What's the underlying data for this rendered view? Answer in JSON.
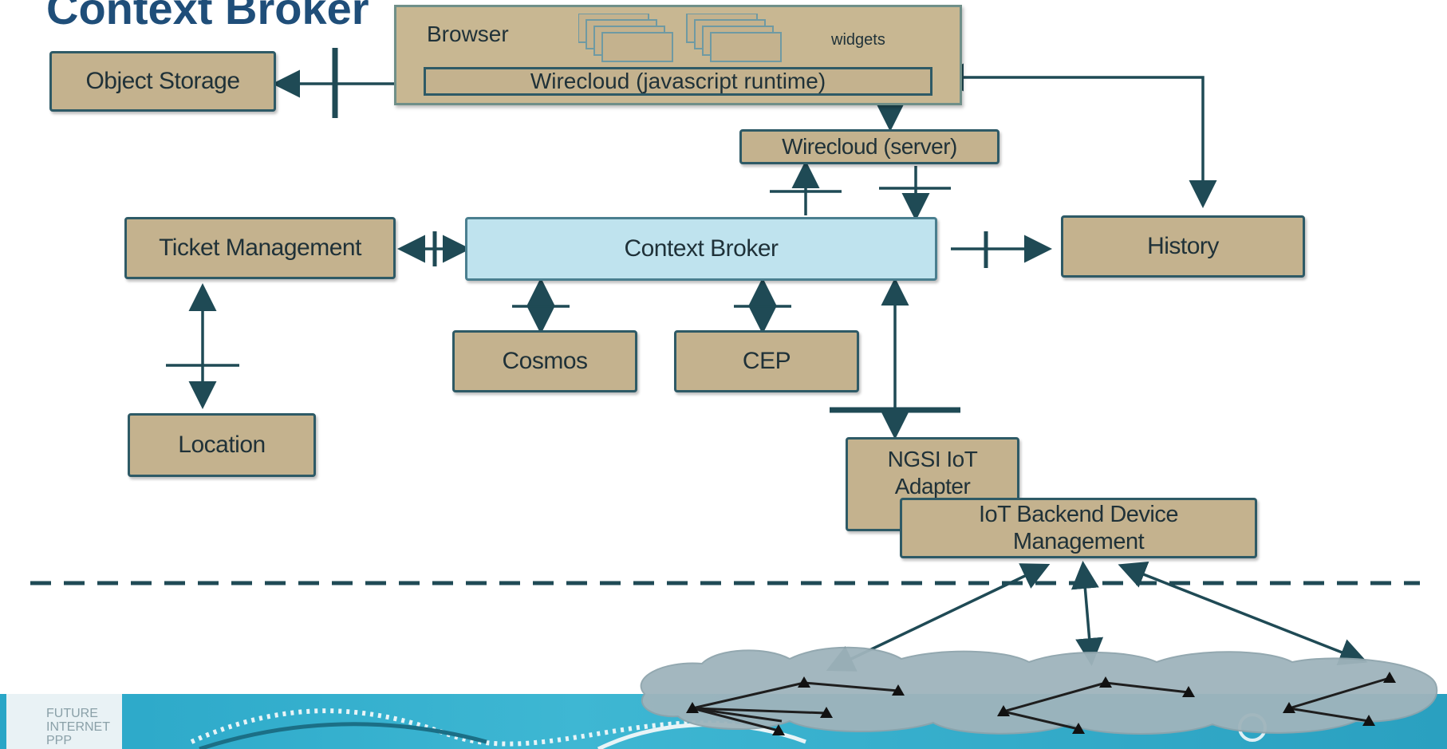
{
  "title": "Context Broker",
  "browser": {
    "label": "Browser",
    "widgets_label": "widgets",
    "runtime_label": "Wirecloud (javascript runtime)"
  },
  "components": {
    "object_storage": "Object Storage",
    "wirecloud_server": "Wirecloud (server)",
    "ticket_management": "Ticket Management",
    "context_broker": "Context Broker",
    "history": "History",
    "cosmos": "Cosmos",
    "cep": "CEP",
    "location": "Location",
    "ngsi_iot_adapter": "NGSI IoT Adapter",
    "iot_backend": "IoT Backend Device Management"
  },
  "footer": {
    "logo_text": "FUTURE INTERNET PPP"
  },
  "colors": {
    "box_fill": "#c4b28e",
    "box_border": "#2e5a66",
    "context_broker_fill": "#bfe3ee",
    "line": "#1f4a55",
    "footer": "#2aa3c4"
  }
}
